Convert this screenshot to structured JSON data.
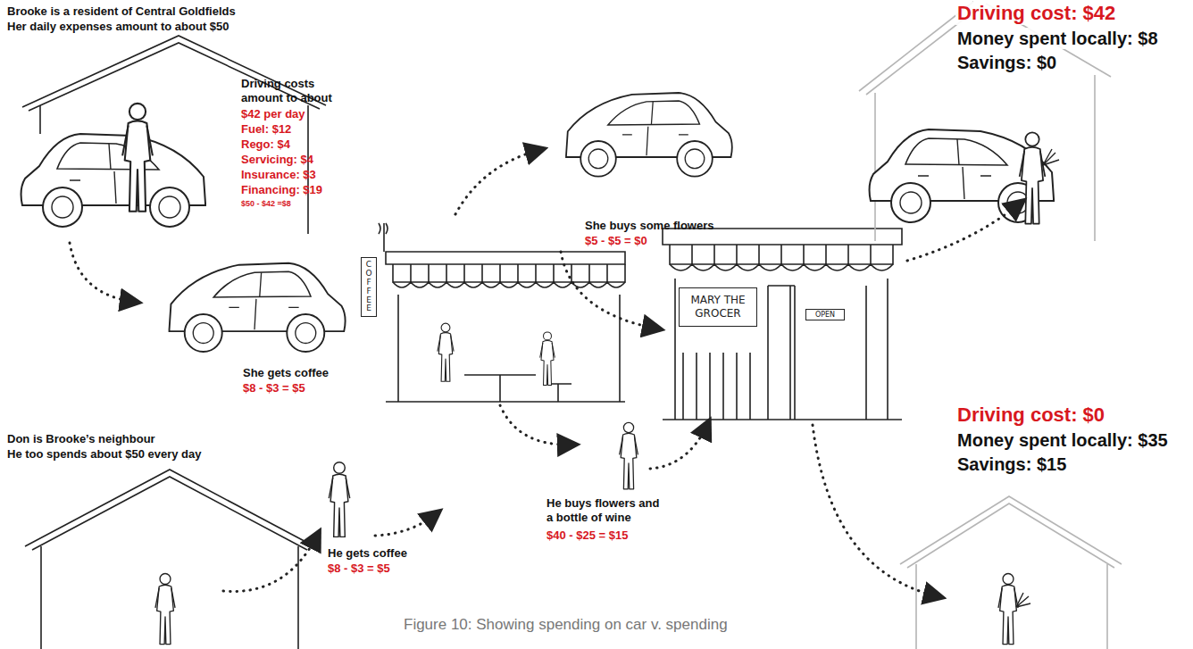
{
  "diagram": {
    "caption": "Figure 10: Showing spending on car v. spending",
    "nodes": [
      {
        "text": [
          "COFFEE"
        ]
      },
      {
        "text": [
          "MARY THE GROCER"
        ]
      },
      {
        "text": [
          "OPEN"
        ]
      }
    ],
    "labels": [
      "Brooke is a resident of Central Goldfields",
      "Her daily expenses amount to about $50",
      "Driving costs amount to about",
      "$42 per day",
      "Fuel: $12",
      "Rego: $4",
      "Servicing: $4",
      "Insurance: $3",
      "Financing: $19",
      "$50 - $42 =$8",
      "Driving cost: $42",
      "Money spent locally: $8",
      "Savings: $0",
      "She buys some flowers",
      "$5 - $5 = $0",
      "She gets coffee",
      "$8 - $3 = $5",
      "Don is Brooke’s neighbour",
      "He too spends about $50 every day",
      "He gets coffee",
      "$8 - $3 = $5",
      "He buys flowers and a bottle of wine",
      "$40 - $25 = $15",
      "Driving cost: $0",
      "Money spent locally: $35",
      "Savings: $15"
    ]
  }
}
